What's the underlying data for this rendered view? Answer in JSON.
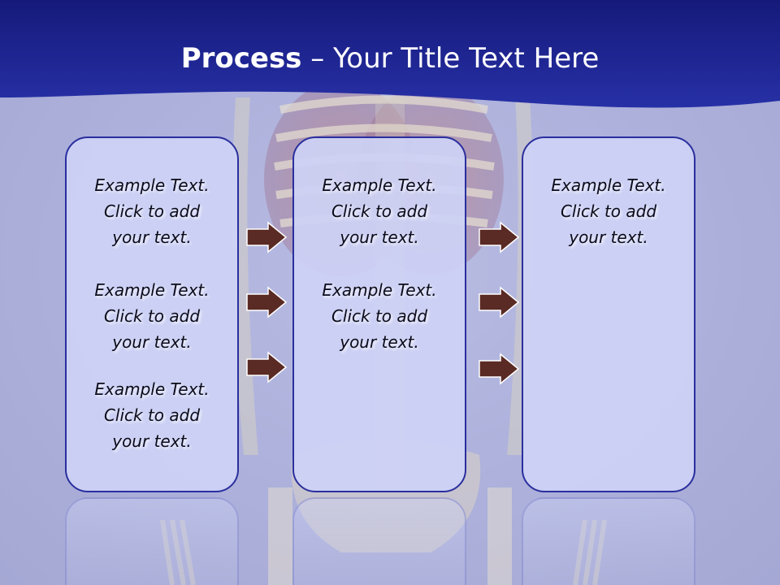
{
  "slide": {
    "title_bold": "Process",
    "title_rest": " – Your Title Text Here",
    "colors": {
      "header": "#1c2390",
      "box_border": "#2a2f9e",
      "box_fill": "#ced2f5",
      "arrow_fill": "#5a2a24"
    }
  },
  "columns": [
    {
      "items": [
        {
          "line1": "Example Text.",
          "line2": "Click  to add",
          "line3": "your text."
        },
        {
          "line1": "Example Text.",
          "line2": "Click  to add",
          "line3": "your text."
        },
        {
          "line1": "Example Text.",
          "line2": "Click  to add",
          "line3": "your text."
        }
      ]
    },
    {
      "items": [
        {
          "line1": "Example Text.",
          "line2": "Click  to add",
          "line3": "your text."
        },
        {
          "line1": "Example Text.",
          "line2": "Click  to add",
          "line3": "your text."
        }
      ]
    },
    {
      "items": [
        {
          "line1": "Example Text.",
          "line2": "Click  to add",
          "line3": "your text."
        }
      ]
    }
  ],
  "arrows": {
    "icon": "right-arrow-icon",
    "count_per_gap": 3
  }
}
